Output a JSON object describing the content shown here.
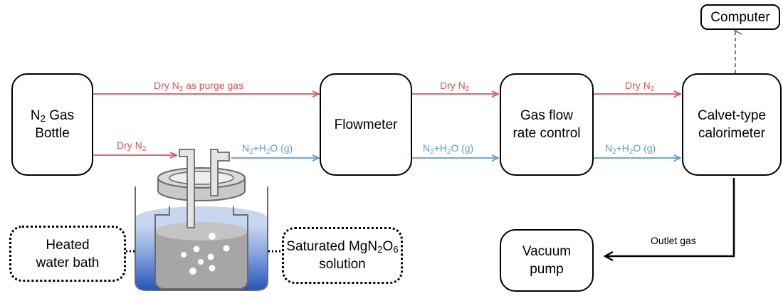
{
  "colors": {
    "dry_gas": "#d9545e",
    "humid_gas": "#5b9bd5",
    "data_link": "#808080",
    "water_bath": "#2f5fc4",
    "solution": "#a9a9a9"
  },
  "boxes": {
    "n2_bottle": {
      "line1_main": "N",
      "line1_sub": "2",
      "line1_rest": " Gas",
      "line2": "Bottle"
    },
    "flowmeter": {
      "label": "Flowmeter"
    },
    "gas_flow_control": {
      "line1": "Gas flow",
      "line2": "rate control"
    },
    "calorimeter": {
      "line1": "Calvet-type",
      "line2": "calorimeter"
    },
    "computer": {
      "label": "Computer"
    },
    "vacuum_pump": {
      "line1": "Vacuum",
      "line2": "pump"
    },
    "water_bath": {
      "line1": "Heated",
      "line2": "water bath"
    },
    "solution": {
      "line1_main": "Saturated MgN",
      "line1_sub1": "2",
      "line1_mid": "O",
      "line1_sub2": "6",
      "line2": "solution"
    }
  },
  "flows": {
    "purge": {
      "pre": "Dry N",
      "sub": "2",
      "post": " as purge gas"
    },
    "dry_in": {
      "pre": "Dry N",
      "sub": "2"
    },
    "humid_out": {
      "pre": "N",
      "sub": "2",
      "mid": "+H",
      "sub2": "2",
      "post": "O (g)"
    },
    "dry_fm_gc": {
      "pre": "Dry N",
      "sub": "2"
    },
    "humid_fm_gc": {
      "pre": "N",
      "sub": "2",
      "mid": "+H",
      "sub2": "2",
      "post": "O (g)"
    },
    "dry_gc_cal": {
      "pre": "Dry N",
      "sub": "2"
    },
    "humid_gc_cal": {
      "pre": "N",
      "sub": "2",
      "mid": "+H",
      "sub2": "2",
      "post": "O (g)"
    },
    "outlet": {
      "label": "Outlet gas"
    }
  }
}
